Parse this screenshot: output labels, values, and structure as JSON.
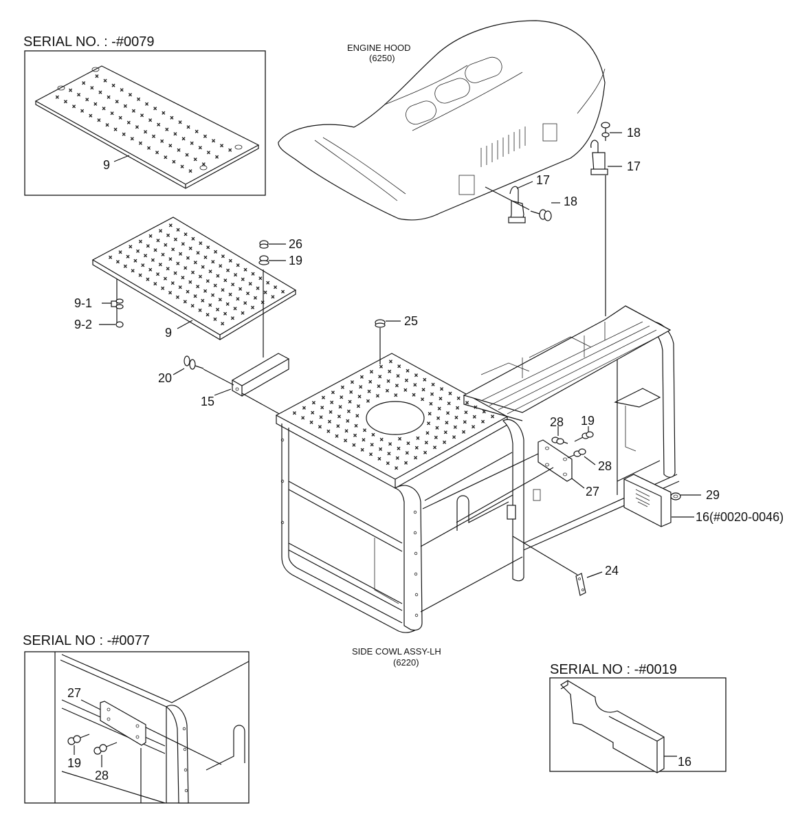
{
  "insets": {
    "top_left": {
      "caption": "SERIAL NO. : -#0079",
      "part": "9"
    },
    "bottom_left": {
      "caption": "SERIAL NO : -#0077",
      "parts": [
        "27",
        "19",
        "28"
      ]
    },
    "bottom_right": {
      "caption": "SERIAL NO : -#0019",
      "part": "16"
    }
  },
  "assemblies": {
    "engine_hood": {
      "name": "ENGINE HOOD",
      "code": "(6250)"
    },
    "side_cowl": {
      "name": "SIDE COWL ASSY-LH",
      "code": "(6220)"
    }
  },
  "callouts": {
    "c18a": "18",
    "c17a": "17",
    "c17b": "17",
    "c18b": "18",
    "c26": "26",
    "c19a": "19",
    "c9_1": "9-1",
    "c9_2": "9-2",
    "c9": "9",
    "c25": "25",
    "c20": "20",
    "c15": "15",
    "c28a": "28",
    "c19b": "19",
    "c28b": "28",
    "c27": "27",
    "c29": "29",
    "c16": "16(#0020-0046)",
    "c24": "24"
  },
  "colors": {
    "line": "#111111",
    "background": "#ffffff"
  }
}
